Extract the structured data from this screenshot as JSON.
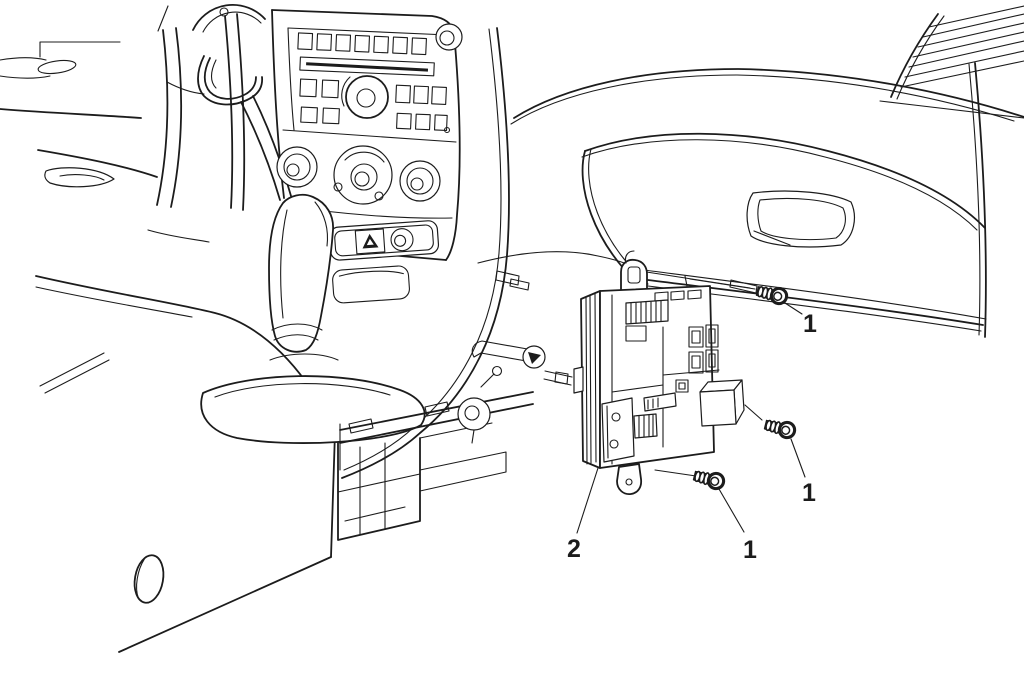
{
  "figure": {
    "background_color": "#ffffff",
    "line_color": "#1c1c1c"
  },
  "callouts": {
    "bolt_top": {
      "label": "1"
    },
    "bolt_right": {
      "label": "1"
    },
    "bolt_bottom": {
      "label": "1"
    },
    "module": {
      "label": "2"
    }
  }
}
